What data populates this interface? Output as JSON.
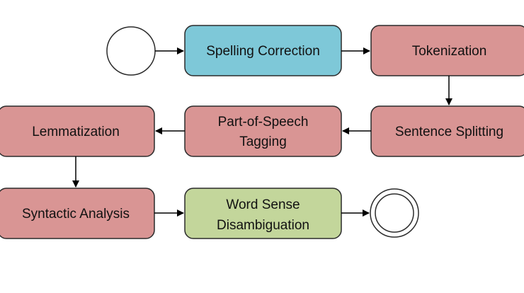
{
  "colors": {
    "blue_fill": "#7ec8d8",
    "red_fill": "#d99594",
    "green_fill": "#c3d69b",
    "stroke": "#2b2b2b",
    "line": "#000000"
  },
  "nodes": {
    "spelling_correction": "Spelling Correction",
    "tokenization": "Tokenization",
    "sentence_splitting": "Sentence Splitting",
    "pos_tagging_line1": "Part-of-Speech",
    "pos_tagging_line2": "Tagging",
    "lemmatization": "Lemmatization",
    "syntactic_analysis": "Syntactic Analysis",
    "wsd_line1": "Word Sense",
    "wsd_line2": "Disambiguation"
  }
}
